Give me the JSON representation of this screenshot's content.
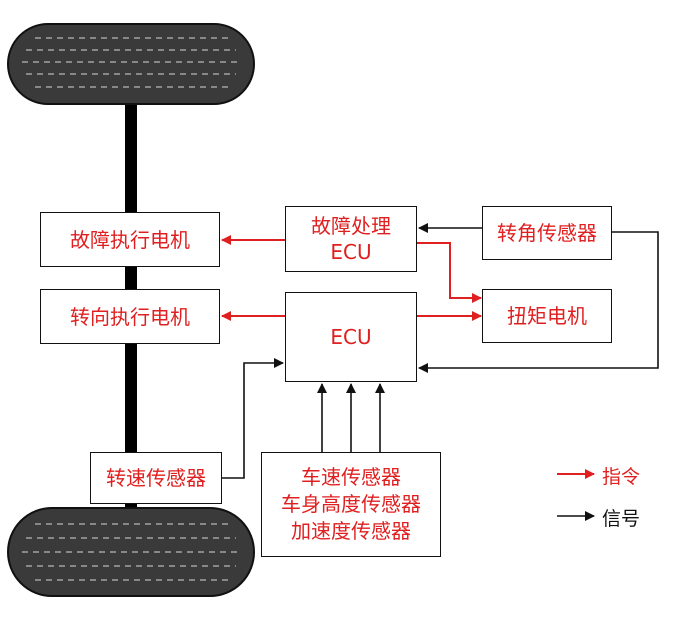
{
  "boxes": {
    "fault_motor": "故障执行电机",
    "steer_motor": "转向执行电机",
    "fault_ecu_line1": "故障处理",
    "fault_ecu_line2": "ECU",
    "ecu": "ECU",
    "angle_sensor": "转角传感器",
    "torque_motor": "扭矩电机",
    "speed_sensor": "转速传感器",
    "vehicle_sensors": [
      "车速传感器",
      "车身高度传感器",
      "加速度传感器"
    ]
  },
  "legend": {
    "command": "指令",
    "signal": "信号"
  },
  "colors": {
    "command": "#e02020",
    "signal": "#111111",
    "tire": "#3a3a3a",
    "axle": "#000000"
  }
}
